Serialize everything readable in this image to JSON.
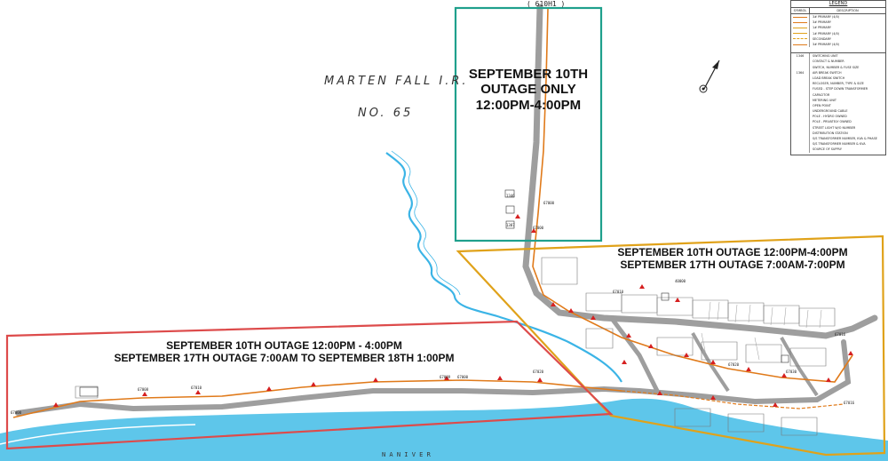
{
  "map": {
    "place_name_line1": "MARTEN FALL I.R.",
    "place_name_line2": "NO. 65",
    "road_label": "( 610H1 )",
    "river_label": "N  A  N  I  V  E  R",
    "colors": {
      "north_zone": "#1fa08c",
      "east_zone": "#e0a21a",
      "west_zone": "#dd4b4b",
      "water": "#5ec6ea",
      "road": "#9e9e9e",
      "power_line": "#e07a1a",
      "creek": "#3bb4e6",
      "pole": "#d62020"
    }
  },
  "zones": {
    "north": {
      "line1": "SEPTEMBER 10TH",
      "line2": "OUTAGE ONLY",
      "line3": "12:00PM-4:00PM"
    },
    "east": {
      "line1": "SEPTEMBER 10TH OUTAGE 12:00PM-4:00PM",
      "line2": "SEPTEMBER 17TH OUTAGE 7:00AM-7:00PM"
    },
    "west": {
      "line1": "SEPTEMBER 10TH OUTAGE 12:00PM - 4:00PM",
      "line2": "SEPTEMBER 17TH OUTAGE 7:00AM TO SEPTEMBER 18TH 1:00PM"
    }
  },
  "legend": {
    "title": "LEGEND",
    "col_symbol": "SYMBOL",
    "col_description": "DESCRIPTION",
    "rows": [
      {
        "symbol": "",
        "description": "3# PRIMARY (4/0)"
      },
      {
        "symbol": "",
        "description": "3# PRIMARY"
      },
      {
        "symbol": "",
        "description": "1# PRIMARY"
      },
      {
        "symbol": "",
        "description": "1# PRIMARY (4/0)"
      },
      {
        "symbol": "",
        "description": "SECONDARY"
      },
      {
        "symbol": "",
        "description": "3# PRIMARY (4/0)"
      },
      {
        "symbol": "1346",
        "description": "SWITCHING UNIT"
      },
      {
        "symbol": "",
        "description": "CONTACT & NUMBER"
      },
      {
        "symbol": "",
        "description": "SWITCH, NUMBER & FUSE SIZE"
      },
      {
        "symbol": "1364",
        "description": "AIR BREAK SWITCH"
      },
      {
        "symbol": "",
        "description": "LOAD BREAK SWITCH"
      },
      {
        "symbol": "",
        "description": "RECLOSER, NUMBER, TYPE & SIZE"
      },
      {
        "symbol": "",
        "description": "FUSED - STEP DOWN TRANSFORMER"
      },
      {
        "symbol": "",
        "description": "CAPACITOR"
      },
      {
        "symbol": "",
        "description": "METERING UNIT"
      },
      {
        "symbol": "",
        "description": "OPEN POINT"
      },
      {
        "symbol": "",
        "description": "UNDERGROUND CABLE"
      },
      {
        "symbol": "",
        "description": "POLE - HYDRO OWNED"
      },
      {
        "symbol": "",
        "description": "POLE - PRIVATELY OWNED"
      },
      {
        "symbol": "",
        "description": "STREET LIGHT W/O NUMBER"
      },
      {
        "symbol": "",
        "description": "DISTRIBUTION STATION"
      },
      {
        "symbol": "",
        "description": "S/S TRANSFORMER NUMBER, KVA & PHASE"
      },
      {
        "symbol": "",
        "description": "S/S TRANSFORMER NUMBER & KVA"
      },
      {
        "symbol": "",
        "description": "SOURCE OF SUPPLY"
      }
    ]
  }
}
